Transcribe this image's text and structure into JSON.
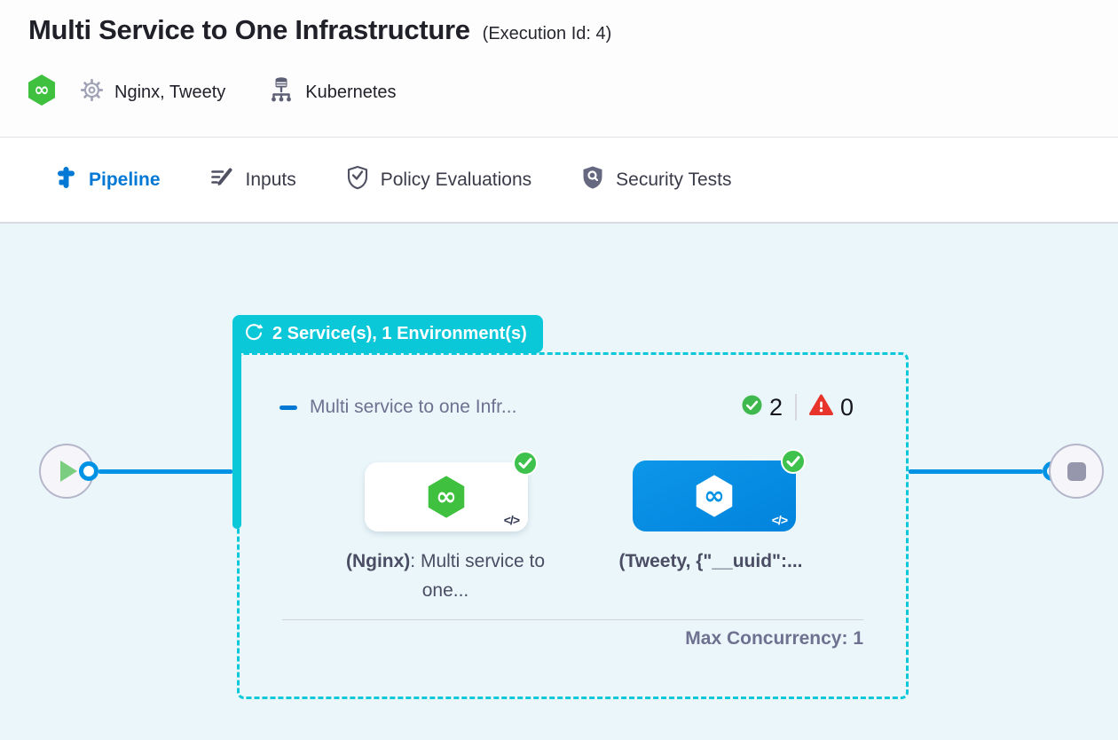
{
  "header": {
    "title": "Multi Service to One Infrastructure",
    "execution_id": "(Execution Id: 4)",
    "services": "Nginx, Tweety",
    "environment": "Kubernetes"
  },
  "tabs": [
    {
      "label": "Pipeline"
    },
    {
      "label": "Inputs"
    },
    {
      "label": "Policy Evaluations"
    },
    {
      "label": "Security Tests"
    }
  ],
  "active_tab": "Pipeline",
  "canvas": {
    "stage_group_badge": "2 Service(s), 1 Environment(s)",
    "stage": {
      "title": "Multi service to one Infr...",
      "success_count": "2",
      "failure_count": "0",
      "max_concurrency_label": "Max Concurrency: 1",
      "services": [
        {
          "label_bold": "(Nginx)",
          "label_rest": ": Multi service to one...",
          "variant": "white",
          "status": "success",
          "code_glyph": "</>"
        },
        {
          "label_bold": "(Tweety, {\"__uuid\":...",
          "label_rest": "",
          "variant": "blue",
          "status": "success",
          "code_glyph": "</>"
        }
      ]
    }
  },
  "colors": {
    "teal": "#0BC8D9",
    "line_blue": "#0092E4",
    "active_tab_blue": "#0278D5",
    "success_green": "#3FC14D",
    "error_red": "#E8352B",
    "canvas_bg": "#EAF6FA"
  }
}
